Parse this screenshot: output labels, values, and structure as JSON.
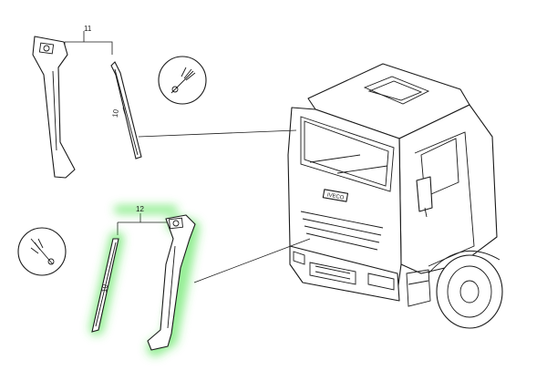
{
  "callouts": {
    "upper_assembly": "11",
    "upper_seal": "10",
    "lower_assembly": "12",
    "lower_seal": "10"
  },
  "colors": {
    "highlight": "#39e03a",
    "line": "#1a1a1a",
    "background": "#ffffff"
  },
  "icons": {
    "upper_clip": "clip-fastener-icon",
    "lower_clip": "clip-fastener-icon"
  },
  "truck": {
    "badge": "IVECO"
  }
}
